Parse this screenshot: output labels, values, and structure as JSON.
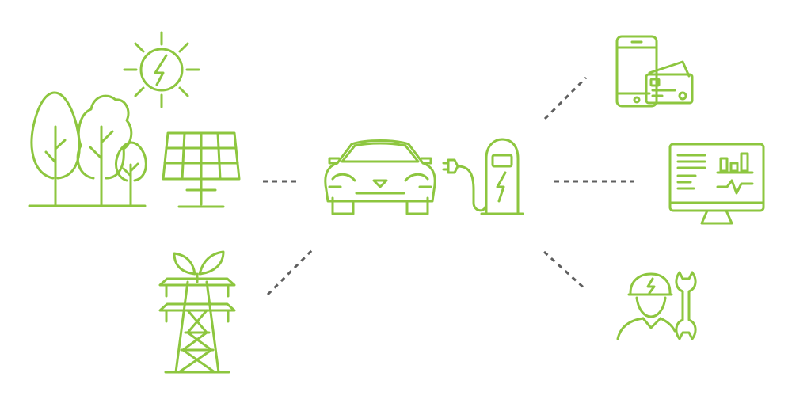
{
  "colors": {
    "background": "#ffffff",
    "icon_stroke": "#8dc63f",
    "connector": "#5f5f5f"
  },
  "icons": [
    "sun-energy-icon",
    "trees-icon",
    "solar-panel-icon",
    "power-tower-icon",
    "electric-car-icon",
    "charging-station-icon",
    "phone-wallet-payment-icon",
    "monitor-analytics-icon",
    "service-technician-icon"
  ],
  "connectors": [
    "solar-to-car-connector",
    "tower-to-car-connector",
    "station-to-payment-connector",
    "station-to-monitor-connector",
    "station-to-technician-connector"
  ]
}
